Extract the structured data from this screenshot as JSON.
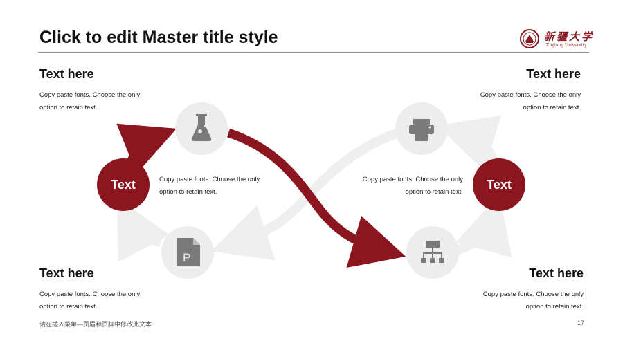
{
  "slide": {
    "title": "Click to edit Master title style",
    "logo": {
      "name_cn": "新疆大学",
      "name_en": "Xinjiang University"
    },
    "blocks": {
      "top_left": {
        "heading": "Text here",
        "body": "Copy paste fonts. Choose the only option to retain text."
      },
      "top_right": {
        "heading": "Text here",
        "body": "Copy paste fonts. Choose the only option to retain text."
      },
      "bottom_left": {
        "heading": "Text here",
        "body": "Copy paste fonts. Choose the only option to retain text."
      },
      "bottom_right": {
        "heading": "Text here",
        "body": "Copy paste fonts. Choose the only option to retain text."
      }
    },
    "center_left_text": "Copy paste fonts. Choose the only option to retain text.",
    "center_right_text": "Copy paste fonts. Choose the only option to retain text.",
    "left_node_label": "Text",
    "right_node_label": "Text",
    "icons": {
      "top_left": "flask-icon",
      "bottom_left": "document-p-icon",
      "top_right": "printer-icon",
      "bottom_right": "org-chart-icon"
    },
    "colors": {
      "accent": "#8b1620",
      "light_arrow": "#efefef",
      "icon_bg": "#ededed",
      "icon_fg": "#7a7a7a"
    },
    "footer": {
      "text": "请在插入菜单—页眉和页脚中修改此文本",
      "page_number": "17"
    }
  }
}
